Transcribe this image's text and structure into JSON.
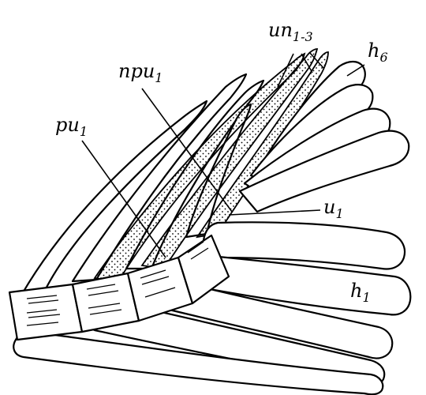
{
  "labels": {
    "un": {
      "base": "un",
      "sub": "1-3"
    },
    "h6": {
      "base": "h",
      "sub": "6"
    },
    "npu1": {
      "base": "npu",
      "sub": "1"
    },
    "pu1": {
      "base": "pu",
      "sub": "1"
    },
    "u1": {
      "base": "u",
      "sub": "1"
    },
    "h1": {
      "base": "h",
      "sub": "1"
    }
  }
}
